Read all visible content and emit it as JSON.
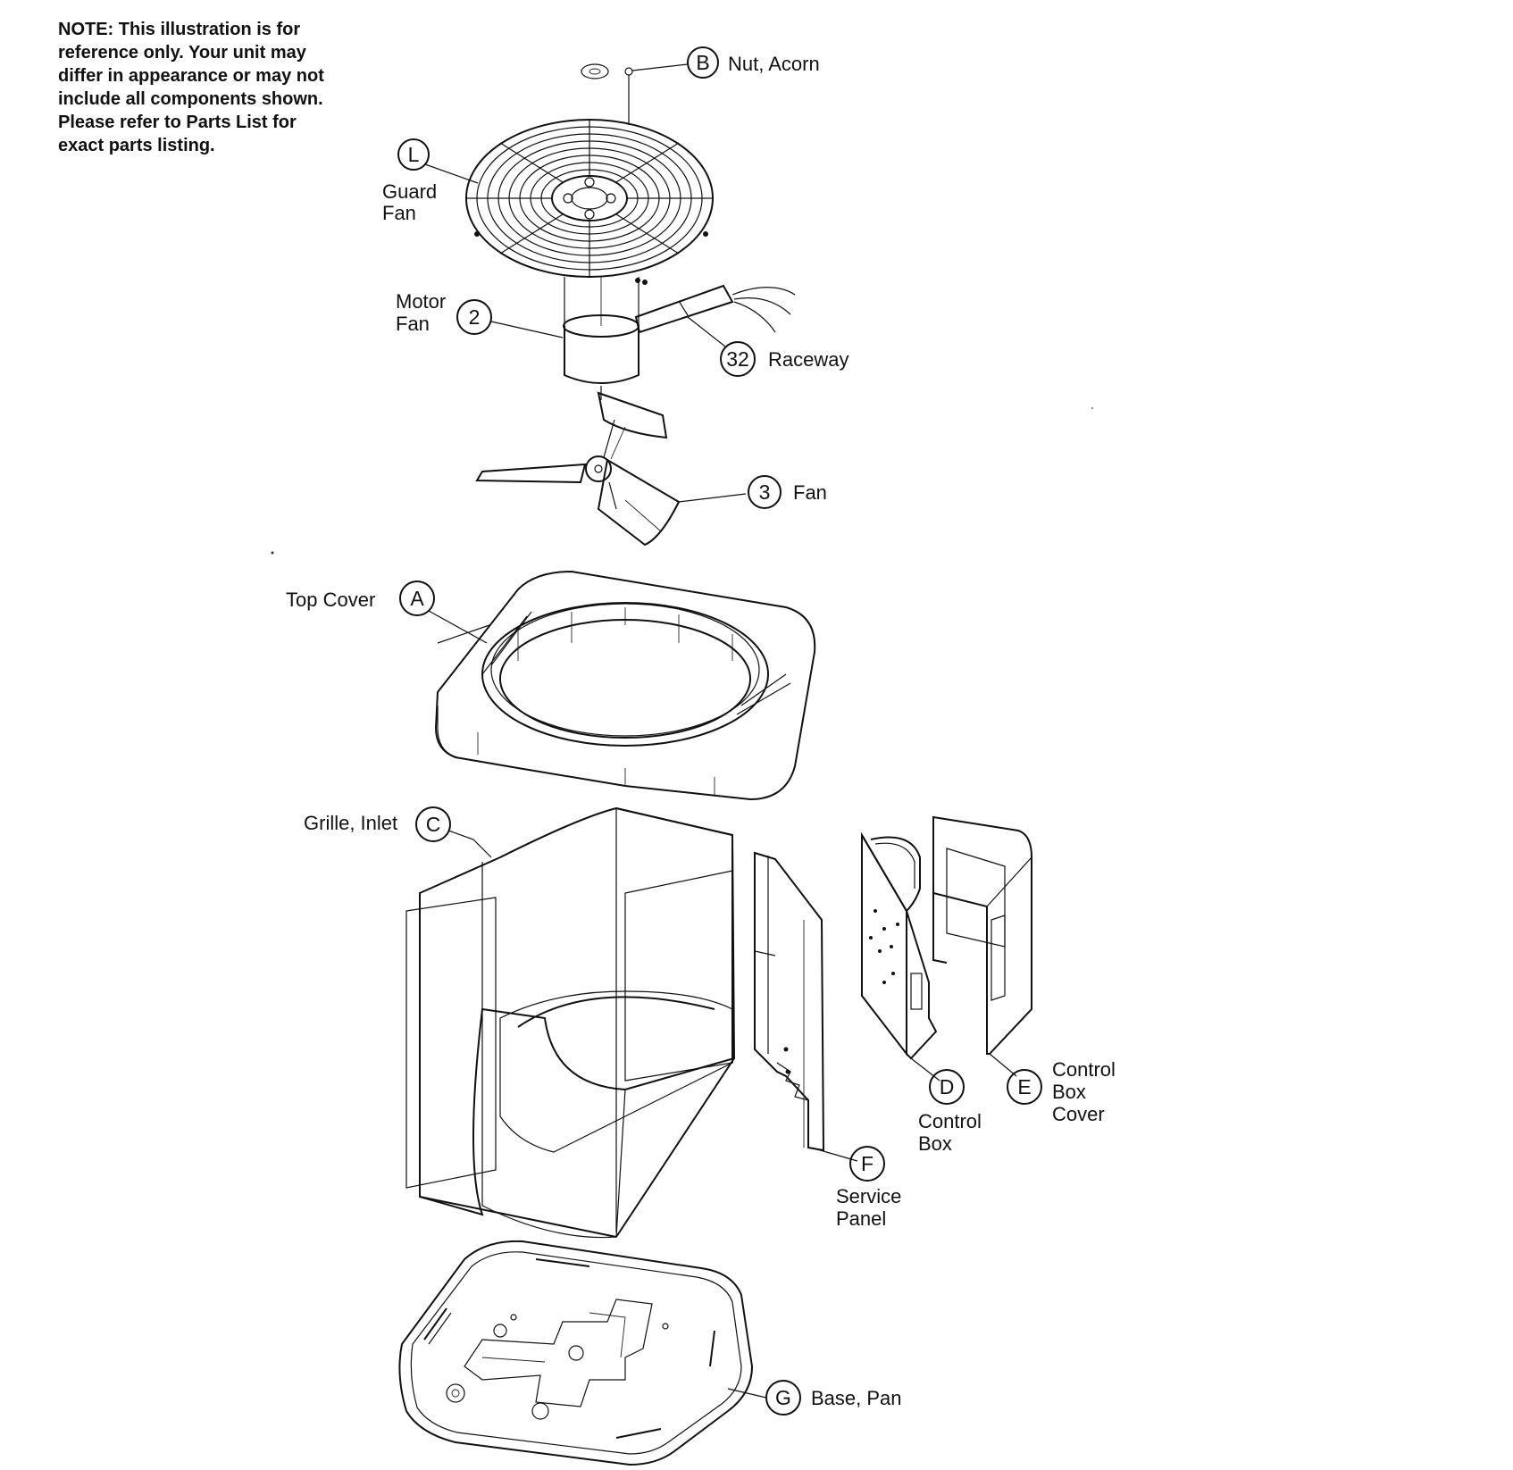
{
  "note": {
    "lines": [
      "NOTE: This illustration is for",
      "reference only.  Your unit may",
      "differ in appearance or may not",
      "include all components shown.",
      "Please refer to Parts List for",
      "exact parts listing."
    ]
  },
  "callouts": {
    "B": {
      "id": "B",
      "label": "Nut, Acorn"
    },
    "L": {
      "id": "L",
      "label_lines": [
        "Guard",
        "Fan"
      ]
    },
    "2": {
      "id": "2",
      "label_lines": [
        "Motor",
        "Fan"
      ]
    },
    "32": {
      "id": "32",
      "label": "Raceway"
    },
    "3": {
      "id": "3",
      "label": "Fan"
    },
    "A": {
      "id": "A",
      "label": "Top Cover"
    },
    "C": {
      "id": "C",
      "label": "Grille, Inlet"
    },
    "D": {
      "id": "D",
      "label_lines": [
        "Control",
        "Box"
      ]
    },
    "E": {
      "id": "E",
      "label_lines": [
        "Control",
        "Box",
        "Cover"
      ]
    },
    "F": {
      "id": "F",
      "label_lines": [
        "Service",
        "Panel"
      ]
    },
    "G": {
      "id": "G",
      "label": "Base, Pan"
    }
  }
}
